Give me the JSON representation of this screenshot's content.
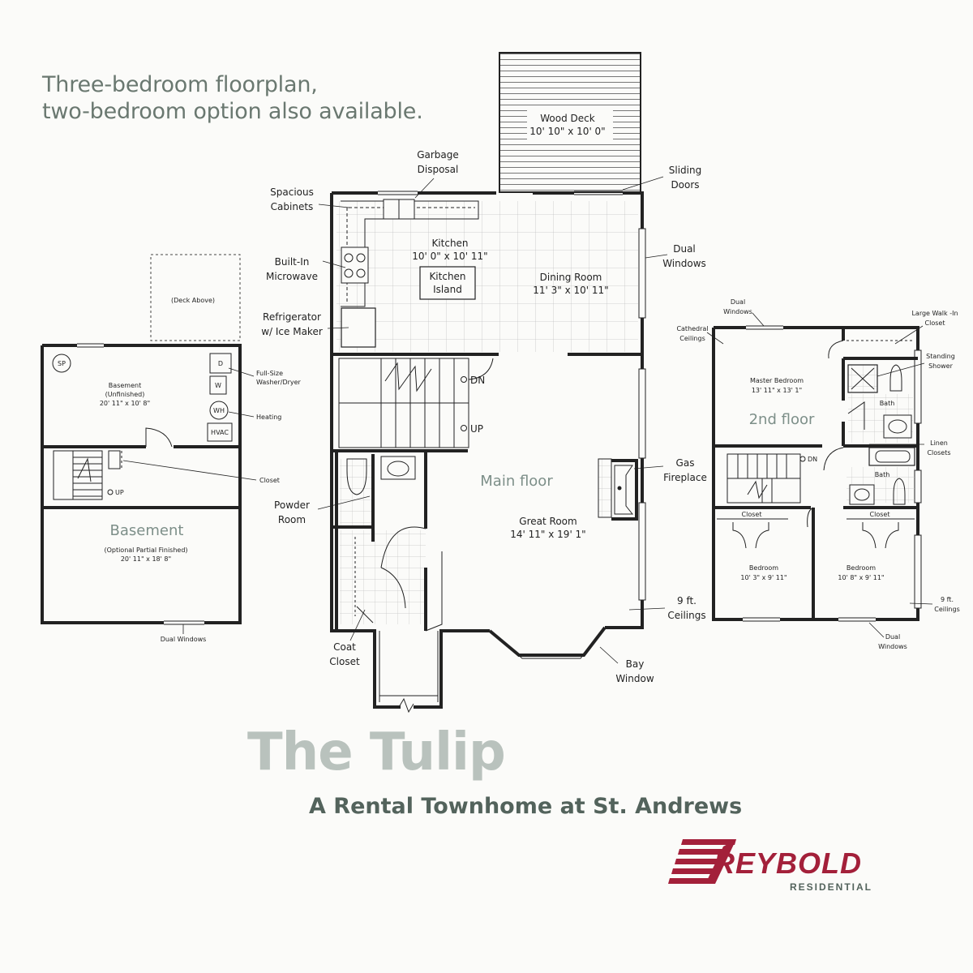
{
  "tagline": {
    "line1": "Three-bedroom floorplan,",
    "line2": "two-bedroom option also available."
  },
  "title": "The Tulip",
  "subtitle": "A Rental Townhome at St. Andrews",
  "logo": {
    "brand": "REYBOLD",
    "tagline": "RESIDENTIAL",
    "color": "#a3203a"
  },
  "main_floor": {
    "name": "Main floor",
    "wood_deck": {
      "label": "Wood Deck",
      "dims": "10' 10\" x 10' 0\""
    },
    "kitchen": {
      "label": "Kitchen",
      "dims": "10' 0\" x 10' 11\""
    },
    "kitchen_island": {
      "line1": "Kitchen",
      "line2": "Island"
    },
    "dining_room": {
      "label": "Dining Room",
      "dims": "11' 3\" x 10' 11\""
    },
    "great_room": {
      "label": "Great Room",
      "dims": "14' 11\" x 19' 1\""
    },
    "stair_dn": "DN",
    "stair_up": "UP",
    "callouts": {
      "garbage_disposal": {
        "line1": "Garbage",
        "line2": "Disposal"
      },
      "spacious_cabinets": {
        "line1": "Spacious",
        "line2": "Cabinets"
      },
      "microwave": {
        "line1": "Built-In",
        "line2": "Microwave"
      },
      "refrigerator": {
        "line1": "Refrigerator",
        "line2": "w/ Ice Maker"
      },
      "sliding_doors": {
        "line1": "Sliding",
        "line2": "Doors"
      },
      "dual_windows": {
        "line1": "Dual",
        "line2": "Windows"
      },
      "gas_fireplace": {
        "line1": "Gas",
        "line2": "Fireplace"
      },
      "powder_room": {
        "line1": "Powder",
        "line2": "Room"
      },
      "coat_closet": {
        "line1": "Coat",
        "line2": "Closet"
      },
      "ceilings": {
        "line1": "9 ft.",
        "line2": "Ceilings"
      },
      "bay_window": {
        "line1": "Bay",
        "line2": "Window"
      }
    }
  },
  "basement": {
    "name": "Basement",
    "deck_above": "(Deck Above)",
    "unfinished": {
      "line1": "Basement",
      "line2": "(Unfinished)",
      "dims": "20' 11\" x 10' 8\""
    },
    "finished": {
      "line1": "(Optional Partial Finished)",
      "dims": "20' 11\" x 18' 8\""
    },
    "appliances": {
      "sp": "SP",
      "d": "D",
      "w": "W",
      "wh": "WH",
      "hvac": "HVAC"
    },
    "stair_up": "UP",
    "callouts": {
      "washer_dryer": {
        "line1": "Full-Size",
        "line2": "Washer/Dryer"
      },
      "heating": "Heating",
      "closet": "Closet",
      "dual_windows": "Dual Windows"
    }
  },
  "second_floor": {
    "name": "2nd floor",
    "master_bedroom": {
      "label": "Master Bedroom",
      "dims": "13' 11\" x 13' 1\""
    },
    "bedroom_left": {
      "label": "Bedroom",
      "dims": "10' 3\" x 9' 11\""
    },
    "bedroom_right": {
      "label": "Bedroom",
      "dims": "10' 8\" x 9' 11\""
    },
    "bath": "Bath",
    "closet": "Closet",
    "stair_dn": "DN",
    "callouts": {
      "dual_windows_top": {
        "line1": "Dual",
        "line2": "Windows"
      },
      "cathedral": {
        "line1": "Cathedral",
        "line2": "Ceilings"
      },
      "walk_in": {
        "line1": "Large Walk -In",
        "line2": "Closet"
      },
      "shower": {
        "line1": "Standing",
        "line2": "Shower"
      },
      "linen": {
        "line1": "Linen",
        "line2": "Closets"
      },
      "ceilings": {
        "line1": "9 ft.",
        "line2": "Ceilings"
      },
      "dual_windows_bottom": {
        "line1": "Dual",
        "line2": "Windows"
      }
    }
  }
}
